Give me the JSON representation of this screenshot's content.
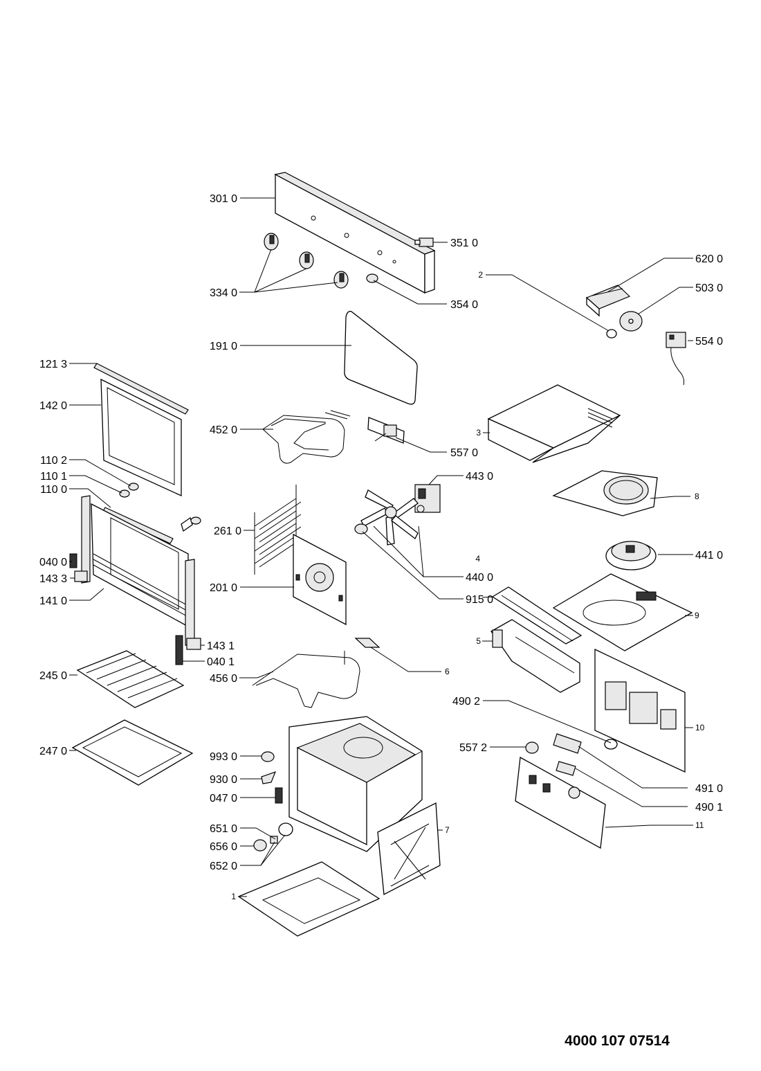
{
  "document_code": "4000 107 07514",
  "labels": {
    "l3010": "301 0",
    "l3510": "351 0",
    "l3340": "334 0",
    "l3540": "354 0",
    "l6200": "620 0",
    "l5030": "503 0",
    "l2": "2",
    "l5540": "554 0",
    "l1910": "191 0",
    "l1213": "121 3",
    "l1420": "142 0",
    "l4520": "452 0",
    "l5570": "557 0",
    "l3": "3",
    "l1102": "110 2",
    "l1101": "110 1",
    "l1100": "110 0",
    "l4430": "443 0",
    "l8": "8",
    "l2610": "261 0",
    "l0400": "040 0",
    "l4410": "441 0",
    "l1433": "143 3",
    "l4": "4",
    "l2010": "201 0",
    "l4400": "440 0",
    "l1410": "141 0",
    "l9150": "915 0",
    "l9": "9",
    "l5": "5",
    "l1431": "143 1",
    "l0401": "040 1",
    "l2450": "245 0",
    "l4560": "456 0",
    "l6": "6",
    "l4902": "490 2",
    "l10": "10",
    "l2470": "247 0",
    "l9930": "993 0",
    "l5572": "557 2",
    "l9300": "930 0",
    "l4910": "491 0",
    "l0470": "047 0",
    "l4901": "490 1",
    "l6510": "651 0",
    "l7": "7",
    "l11": "11",
    "l6560": "656 0",
    "l6520": "652 0",
    "l1": "1"
  }
}
